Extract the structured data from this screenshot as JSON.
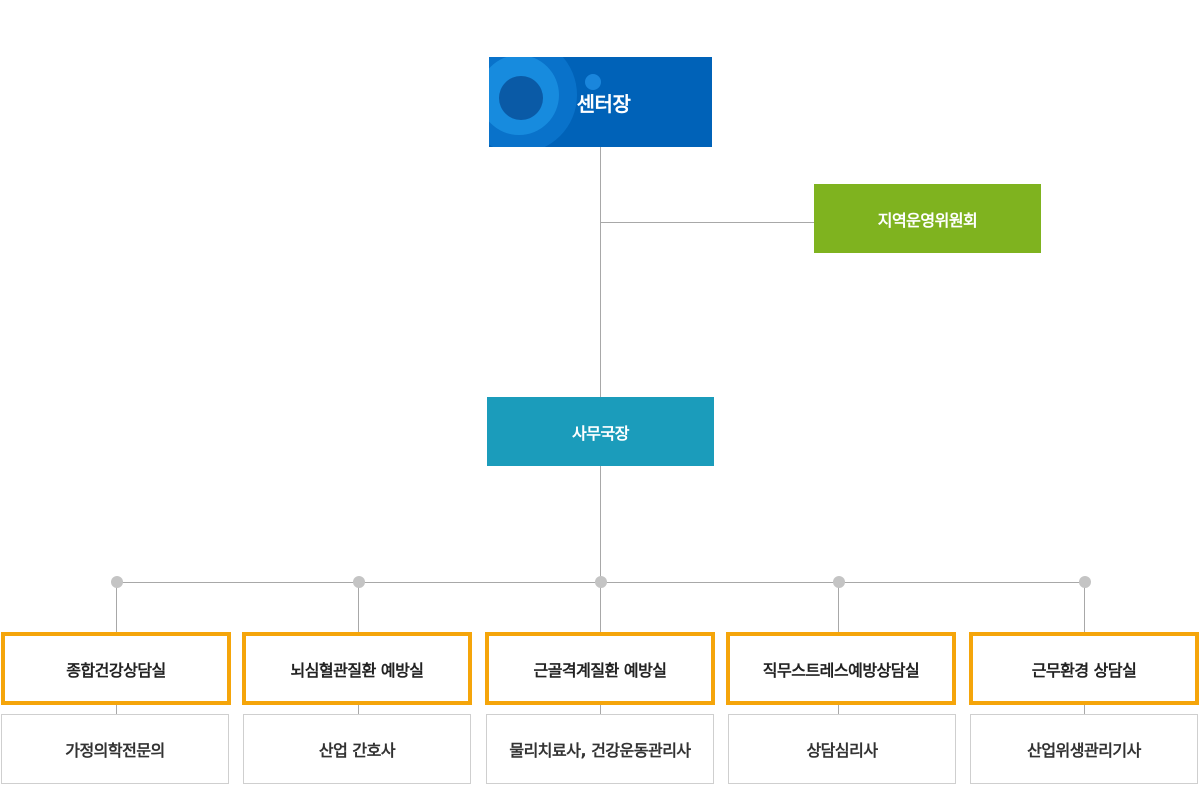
{
  "director": {
    "label": "센터장"
  },
  "committee": {
    "label": "지역운영위원회"
  },
  "secretary": {
    "label": "사무국장"
  },
  "departments": [
    {
      "name": "종합건강상담실",
      "staff": "가정의학전문의"
    },
    {
      "name": "뇌심혈관질환 예방실",
      "staff": "산업 간호사"
    },
    {
      "name": "근골격계질환 예방실",
      "staff": "물리치료사, 건강운동관리사"
    },
    {
      "name": "직무스트레스예방상담실",
      "staff": "상담심리사"
    },
    {
      "name": "근무환경 상담실",
      "staff": "산업위생관리기사"
    }
  ],
  "colors": {
    "director": "#0062b8",
    "committee": "#7fb31f",
    "secretary": "#1b9cbb",
    "department_border": "#f5a50a",
    "connector": "#a8a8a8"
  }
}
